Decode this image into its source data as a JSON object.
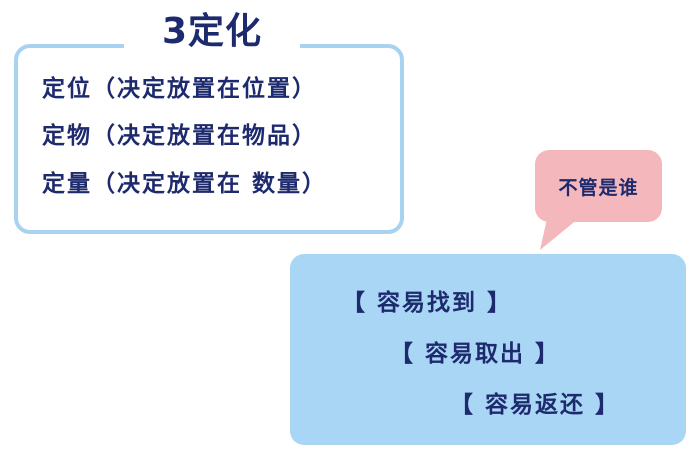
{
  "card": {
    "title": "3定化",
    "lines": [
      "定位（决定放置在位置）",
      "定物（决定放置在物品）",
      "定量（决定放置在 数量）"
    ]
  },
  "bubble": {
    "text": "不管是谁"
  },
  "panel": {
    "items": [
      "【 容易找到 】",
      "【 容易取出 】",
      "【 容易返还 】"
    ]
  },
  "colors": {
    "text": "#1e2a6e",
    "card_border": "#a8d2f0",
    "bubble": "#f4b7bc",
    "panel": "#a9d6f4"
  }
}
